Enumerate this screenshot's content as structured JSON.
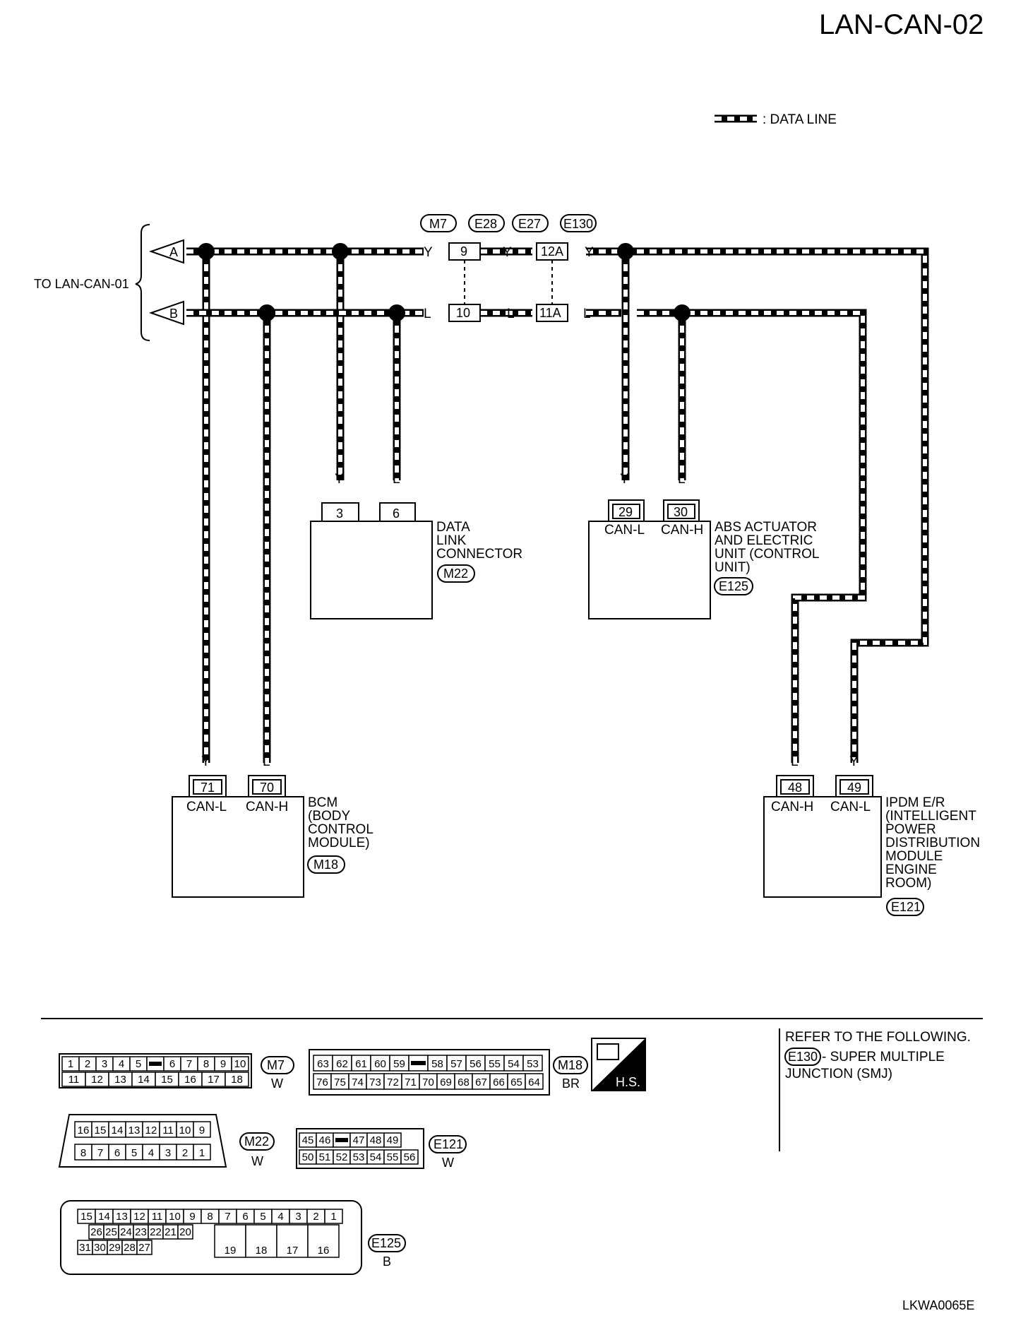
{
  "page_title": "LAN-CAN-02",
  "figure_code": "LKWA0065E",
  "legend": {
    "label": ": DATA LINE"
  },
  "to_connector": {
    "label": "TO LAN-CAN-01",
    "a": "A",
    "b": "B"
  },
  "connector_tags_top": [
    "M7",
    "E28",
    "E27",
    "E130"
  ],
  "junction_pins": {
    "y1": "9",
    "y2": "12A",
    "l1": "10",
    "l2": "11A"
  },
  "wire_colors": {
    "y": "Y",
    "l": "L"
  },
  "components": {
    "dlc": {
      "name_lines": [
        "DATA",
        "LINK",
        "CONNECTOR"
      ],
      "tag": "M22",
      "pins": [
        "3",
        "6"
      ]
    },
    "abs": {
      "name_lines": [
        "ABS ACTUATOR",
        "AND ELECTRIC",
        "UNIT (CONTROL",
        "UNIT)"
      ],
      "tag": "E125",
      "pins": [
        "29",
        "30"
      ],
      "pin_labels": [
        "CAN-L",
        "CAN-H"
      ]
    },
    "bcm": {
      "name_lines": [
        "BCM",
        "(BODY",
        "CONTROL",
        "MODULE)"
      ],
      "tag": "M18",
      "pins": [
        "71",
        "70"
      ],
      "pin_labels": [
        "CAN-L",
        "CAN-H"
      ]
    },
    "ipdm": {
      "name_lines": [
        "IPDM E/R",
        "(INTELLIGENT",
        "POWER",
        "DISTRIBUTION",
        "MODULE",
        "ENGINE",
        "ROOM)"
      ],
      "tag": "E121",
      "pins": [
        "48",
        "49"
      ],
      "pin_labels": [
        "CAN-H",
        "CAN-L"
      ]
    }
  },
  "refer": {
    "lines": [
      "REFER TO THE FOLLOWING.",
      "- SUPER MULTIPLE",
      "JUNCTION (SMJ)"
    ],
    "tag": "E130"
  },
  "hs_label": "H.S.",
  "connector_views": {
    "m7": {
      "tag": "M7",
      "color": "W",
      "row1": [
        "1",
        "2",
        "3",
        "4",
        "5",
        "",
        "6",
        "7",
        "8",
        "9",
        "10"
      ],
      "row2": [
        "11",
        "12",
        "13",
        "14",
        "15",
        "16",
        "17",
        "18"
      ]
    },
    "m18": {
      "tag": "M18",
      "color": "BR",
      "row1": [
        "63",
        "62",
        "61",
        "60",
        "59",
        "",
        "58",
        "57",
        "56",
        "55",
        "54",
        "53"
      ],
      "row2": [
        "76",
        "75",
        "74",
        "73",
        "72",
        "71",
        "70",
        "69",
        "68",
        "67",
        "66",
        "65",
        "64"
      ]
    },
    "m22": {
      "tag": "M22",
      "color": "W",
      "row1": [
        "16",
        "15",
        "14",
        "13",
        "12",
        "11",
        "10",
        "9"
      ],
      "row2": [
        "8",
        "7",
        "6",
        "5",
        "4",
        "3",
        "2",
        "1"
      ]
    },
    "e121": {
      "tag": "E121",
      "color": "W",
      "row1": [
        "45",
        "46",
        "",
        "47",
        "48",
        "49"
      ],
      "row2": [
        "50",
        "51",
        "52",
        "53",
        "54",
        "55",
        "56"
      ]
    },
    "e125": {
      "tag": "E125",
      "color": "B",
      "row1": [
        "15",
        "14",
        "13",
        "12",
        "11",
        "10",
        "9",
        "8",
        "7",
        "6",
        "5",
        "4",
        "3",
        "2",
        "1"
      ],
      "row2": [
        "26",
        "25",
        "24",
        "23",
        "22",
        "21",
        "20"
      ],
      "row3": [
        "31",
        "30",
        "29",
        "28",
        "27"
      ],
      "big": [
        "19",
        "18",
        "17",
        "16"
      ]
    }
  }
}
